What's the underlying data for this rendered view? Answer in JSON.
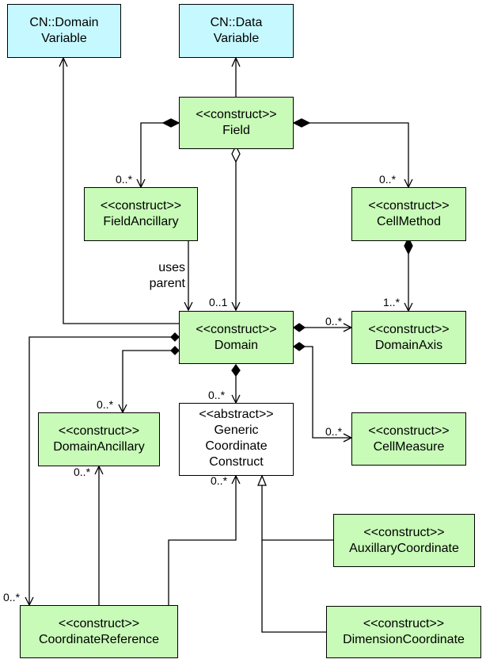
{
  "boxes": {
    "cn_domain_variable": {
      "line1": "CN::Domain",
      "line2": "Variable"
    },
    "cn_data_variable": {
      "line1": "CN::Data",
      "line2": "Variable"
    },
    "field": {
      "stereotype": "<<construct>>",
      "name": "Field"
    },
    "field_ancillary": {
      "stereotype": "<<construct>>",
      "name": "FieldAncillary"
    },
    "cell_method": {
      "stereotype": "<<construct>>",
      "name": "CellMethod"
    },
    "domain": {
      "stereotype": "<<construct>>",
      "name": "Domain"
    },
    "domain_axis": {
      "stereotype": "<<construct>>",
      "name": "DomainAxis"
    },
    "domain_ancillary": {
      "stereotype": "<<construct>>",
      "name": "DomainAncillary"
    },
    "generic_coordinate_construct": {
      "stereotype": "<<abstract>>",
      "line1": "Generic",
      "line2": "Coordinate",
      "line3": "Construct"
    },
    "cell_measure": {
      "stereotype": "<<construct>>",
      "name": "CellMeasure"
    },
    "auxiliary_coordinate": {
      "stereotype": "<<construct>>",
      "name": "AuxillaryCoordinate"
    },
    "coordinate_reference": {
      "stereotype": "<<construct>>",
      "name": "CoordinateReference"
    },
    "dimension_coordinate": {
      "stereotype": "<<construct>>",
      "name": "DimensionCoordinate"
    }
  },
  "labels": {
    "uses_parent_line1": "uses",
    "uses_parent_line2": "parent"
  },
  "multiplicities": {
    "field_ancillary": "0..*",
    "cell_method": "0..*",
    "domain_from_field": "0..1",
    "domain_axis_from_cell_method": "1..*",
    "domain_axis_from_domain": "0..*",
    "domain_ancillary": "0..*",
    "generic_coordinate": "0..*",
    "cell_measure": "0..*",
    "domain_ancillary_from_coord_ref": "0..*",
    "generic_coordinate_from_coord_ref": "0..*",
    "coordinate_reference": "0..*"
  },
  "colors": {
    "external_class": "#c6f9ff",
    "construct_class": "#c8fbb8",
    "abstract_class": "#ffffff",
    "line": "#000000"
  }
}
